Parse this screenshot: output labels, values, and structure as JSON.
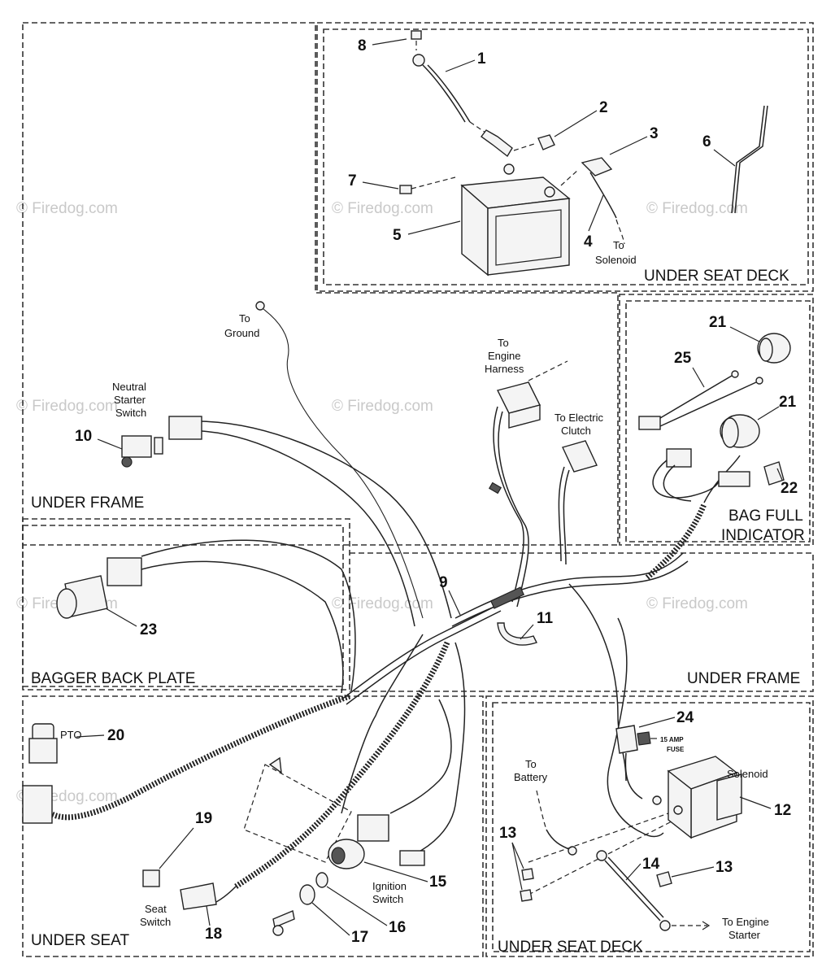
{
  "watermark": "© Firedog.com",
  "zones": {
    "under_seat_deck_top": "UNDER SEAT DECK",
    "under_frame_left": "UNDER FRAME",
    "bag_full_line1": "BAG FULL",
    "bag_full_line2": "INDICATOR",
    "bagger_back_plate": "BAGGER BACK PLATE",
    "under_frame_right": "UNDER FRAME",
    "under_seat": "UNDER SEAT",
    "under_seat_deck_bottom": "UNDER SEAT DECK"
  },
  "part_numbers": {
    "p1": "1",
    "p2": "2",
    "p3": "3",
    "p4": "4",
    "p5": "5",
    "p6": "6",
    "p7": "7",
    "p8": "8",
    "p9": "9",
    "p10": "10",
    "p11": "11",
    "p12": "12",
    "p13a": "13",
    "p13b": "13",
    "p14": "14",
    "p15": "15",
    "p16": "16",
    "p17": "17",
    "p18": "18",
    "p19": "19",
    "p20": "20",
    "p21a": "21",
    "p21b": "21",
    "p22": "22",
    "p23": "23",
    "p24": "24",
    "p25": "25"
  },
  "labels": {
    "to_solenoid_1": "To",
    "to_solenoid_2": "Solenoid",
    "to_ground_1": "To",
    "to_ground_2": "Ground",
    "neutral_1": "Neutral",
    "neutral_2": "Starter",
    "neutral_3": "Switch",
    "engine_harness_1": "To",
    "engine_harness_2": "Engine",
    "engine_harness_3": "Harness",
    "electric_clutch_1": "To Electric",
    "electric_clutch_2": "Clutch",
    "pto": "PTO",
    "fuse_1": "15 AMP",
    "fuse_2": "FUSE",
    "to_battery_1": "To",
    "to_battery_2": "Battery",
    "solenoid": "Solenoid",
    "ignition_1": "Ignition",
    "ignition_2": "Switch",
    "seat_switch_1": "Seat",
    "seat_switch_2": "Switch",
    "to_engine_starter_1": "To Engine",
    "to_engine_starter_2": "Starter"
  }
}
